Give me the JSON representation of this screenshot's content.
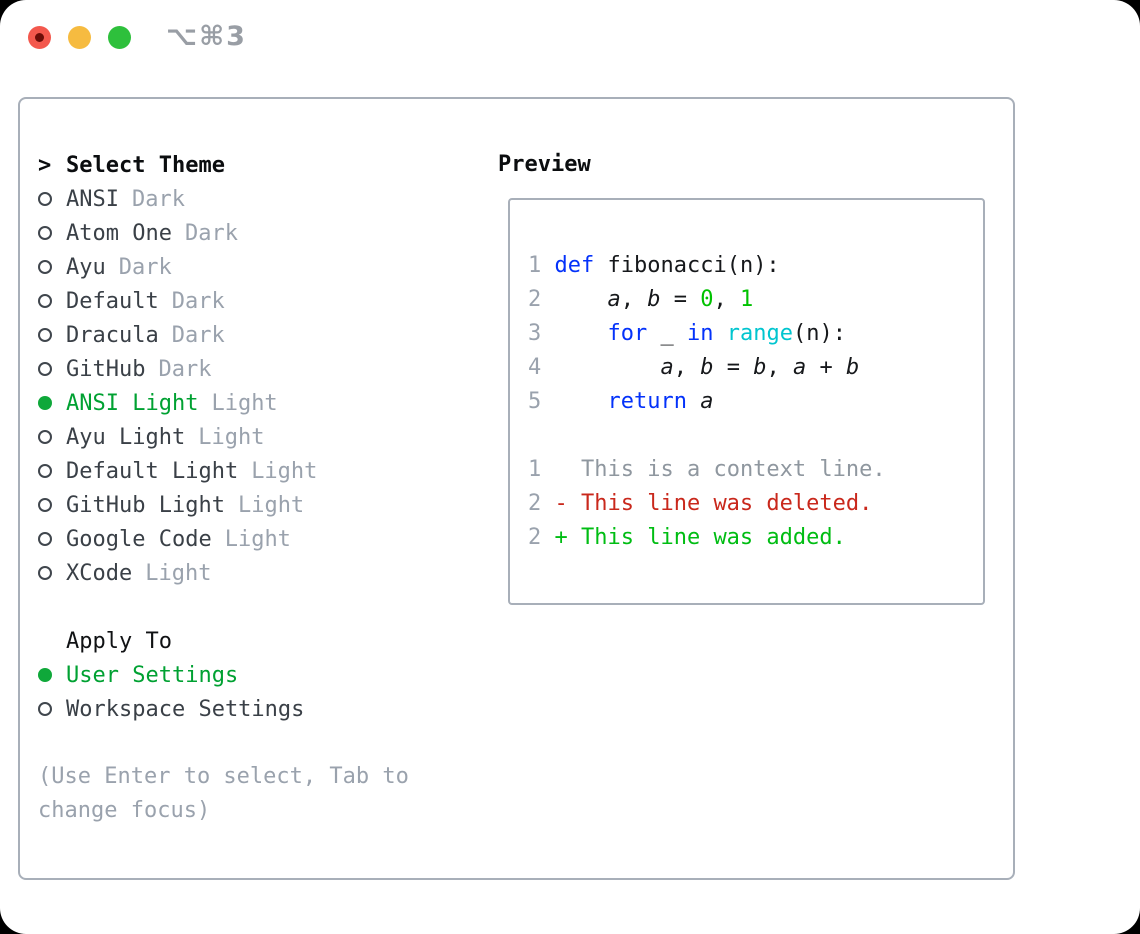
{
  "window": {
    "shortcut_label": "⌥⌘3",
    "traffic_lights": {
      "close_color": "#f3584d",
      "close_dot_color": "#6b0d08",
      "minimize_color": "#f6bb40",
      "zoom_color": "#2ec03c"
    }
  },
  "colors": {
    "panel_border": "#a8afb9",
    "selection_green": "#00a132",
    "radio_fill_green": "#0fa83a",
    "item_text": "#3a4047",
    "tag_gray": "#9aa2ad",
    "keyword_blue": "#0432fa",
    "number_green": "#00c200",
    "builtin_cyan": "#00c5cf",
    "diff_deleted_red": "#c9281c",
    "diff_added_green": "#00bd13"
  },
  "theme_panel": {
    "header_prefix": ">",
    "header": "Select Theme",
    "themes": [
      {
        "name": "ANSI",
        "tag": "Dark",
        "selected": false
      },
      {
        "name": "Atom One",
        "tag": "Dark",
        "selected": false
      },
      {
        "name": "Ayu",
        "tag": "Dark",
        "selected": false
      },
      {
        "name": "Default",
        "tag": "Dark",
        "selected": false
      },
      {
        "name": "Dracula",
        "tag": "Dark",
        "selected": false
      },
      {
        "name": "GitHub",
        "tag": "Dark",
        "selected": false
      },
      {
        "name": "ANSI Light",
        "tag": "Light",
        "selected": true
      },
      {
        "name": "Ayu Light",
        "tag": "Light",
        "selected": false
      },
      {
        "name": "Default Light",
        "tag": "Light",
        "selected": false
      },
      {
        "name": "GitHub Light",
        "tag": "Light",
        "selected": false
      },
      {
        "name": "Google Code",
        "tag": "Light",
        "selected": false
      },
      {
        "name": "XCode",
        "tag": "Light",
        "selected": false
      }
    ],
    "apply_to": {
      "label": "Apply To",
      "options": [
        {
          "name": "User Settings",
          "selected": true
        },
        {
          "name": "Workspace Settings",
          "selected": false
        }
      ]
    },
    "hint_lines": [
      "(Use Enter to select, Tab to",
      "change focus)"
    ]
  },
  "preview": {
    "label": "Preview",
    "lines": [
      [
        {
          "t": "1 ",
          "c": "gutter"
        },
        {
          "t": "def",
          "c": "kw"
        },
        {
          "t": " fibonacci(n):",
          "c": "plain"
        }
      ],
      [
        {
          "t": "2 ",
          "c": "gutter"
        },
        {
          "t": "    ",
          "c": "plain"
        },
        {
          "t": "a",
          "c": "var"
        },
        {
          "t": ", ",
          "c": "plain"
        },
        {
          "t": "b",
          "c": "var"
        },
        {
          "t": " = ",
          "c": "plain"
        },
        {
          "t": "0",
          "c": "num"
        },
        {
          "t": ", ",
          "c": "plain"
        },
        {
          "t": "1",
          "c": "num"
        }
      ],
      [
        {
          "t": "3 ",
          "c": "gutter"
        },
        {
          "t": "    ",
          "c": "plain"
        },
        {
          "t": "for",
          "c": "kw"
        },
        {
          "t": " ",
          "c": "plain"
        },
        {
          "t": "_",
          "c": "var"
        },
        {
          "t": " ",
          "c": "plain"
        },
        {
          "t": "in",
          "c": "kw"
        },
        {
          "t": " ",
          "c": "plain"
        },
        {
          "t": "range",
          "c": "builtin"
        },
        {
          "t": "(n):",
          "c": "plain"
        }
      ],
      [
        {
          "t": "4 ",
          "c": "gutter"
        },
        {
          "t": "        ",
          "c": "plain"
        },
        {
          "t": "a",
          "c": "var"
        },
        {
          "t": ", ",
          "c": "plain"
        },
        {
          "t": "b",
          "c": "var"
        },
        {
          "t": " = ",
          "c": "plain"
        },
        {
          "t": "b",
          "c": "var"
        },
        {
          "t": ", ",
          "c": "plain"
        },
        {
          "t": "a",
          "c": "var"
        },
        {
          "t": " + ",
          "c": "plain"
        },
        {
          "t": "b",
          "c": "var"
        }
      ],
      [
        {
          "t": "5 ",
          "c": "gutter"
        },
        {
          "t": "    ",
          "c": "plain"
        },
        {
          "t": "return",
          "c": "kw"
        },
        {
          "t": " ",
          "c": "plain"
        },
        {
          "t": "a",
          "c": "var"
        }
      ],
      [],
      [
        {
          "t": "1 ",
          "c": "gutter"
        },
        {
          "t": "  ",
          "c": "plain"
        },
        {
          "t": "This is a context line.",
          "c": "ctx"
        }
      ],
      [
        {
          "t": "2 ",
          "c": "gutter"
        },
        {
          "t": "- This line was deleted.",
          "c": "del"
        }
      ],
      [
        {
          "t": "2 ",
          "c": "gutter"
        },
        {
          "t": "+ This line was added.",
          "c": "add"
        }
      ]
    ]
  }
}
